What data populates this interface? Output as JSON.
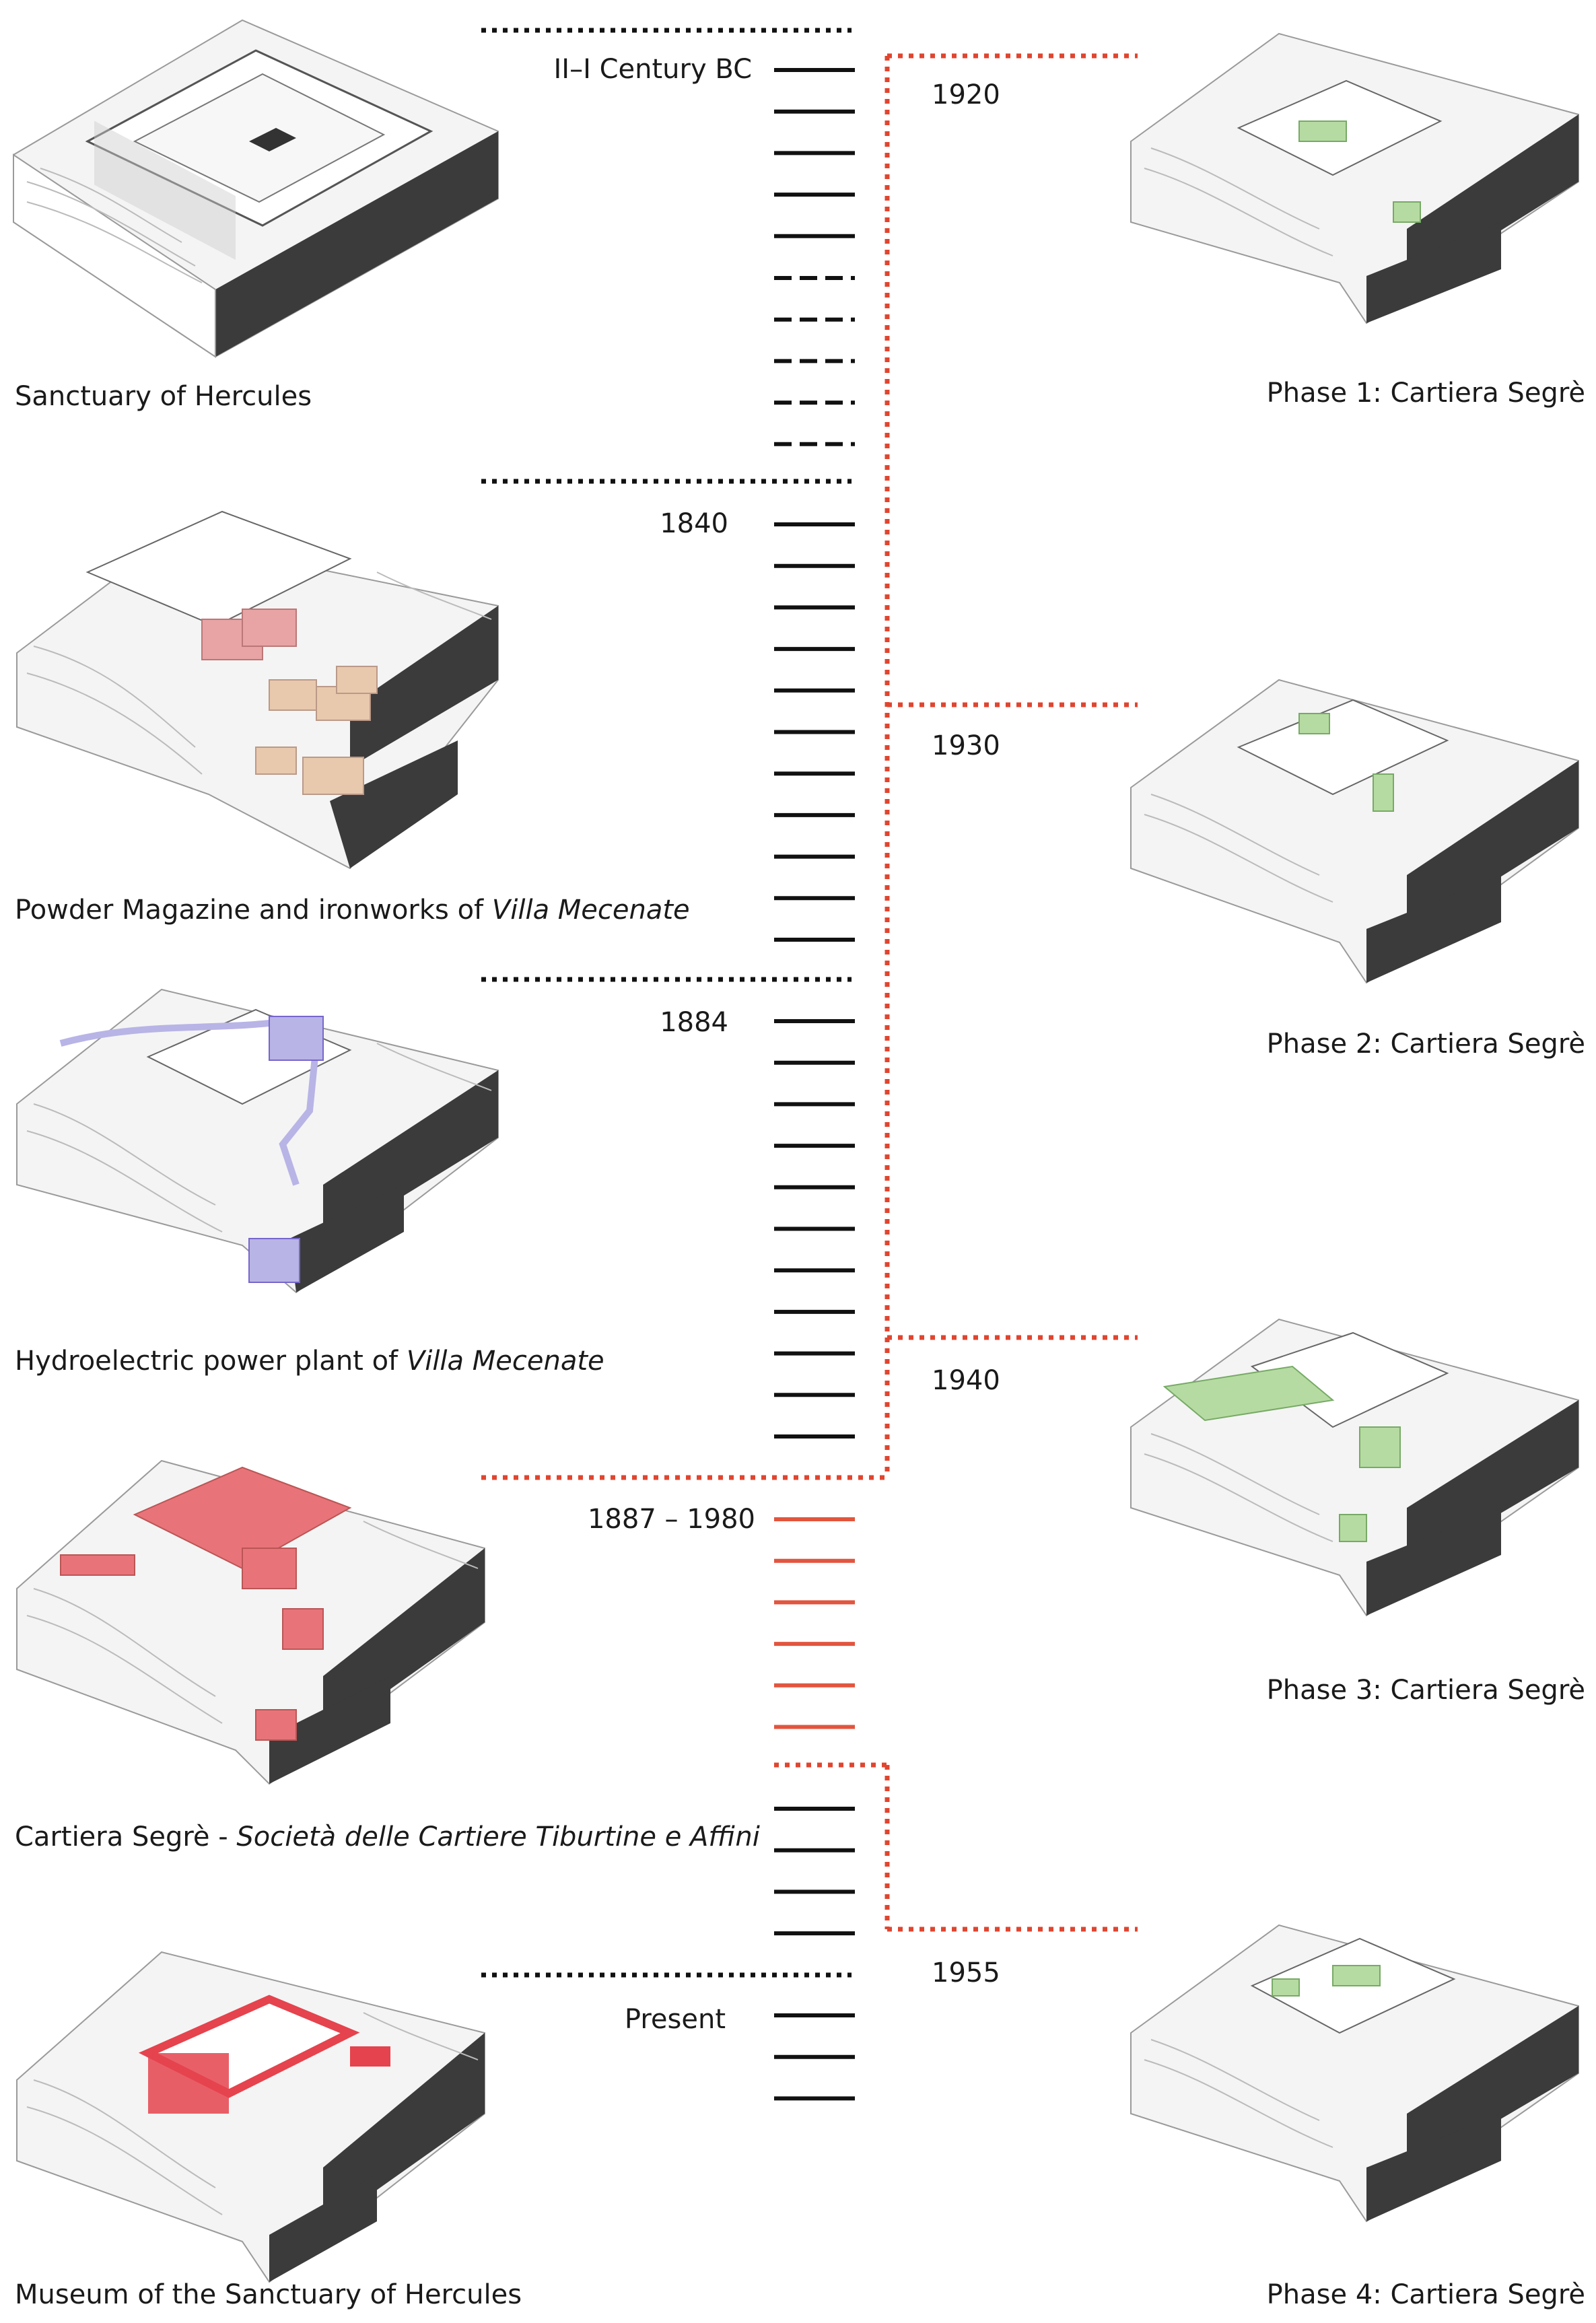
{
  "colors": {
    "tick_black": "#111111",
    "tick_red": "#e2553e",
    "dotted_red": "#e0452f",
    "dotted_black": "#111111",
    "highlight_pink": "#e8a4a4",
    "highlight_tan": "#e9c9ad",
    "highlight_lavender": "#b8b4e6",
    "highlight_red": "#e8747a",
    "highlight_strong_red": "#e5434d",
    "highlight_green": "#b6dba2",
    "terrain_dark": "#3b3b3b",
    "model_line": "#9a9a9a"
  },
  "periods": [
    {
      "label": "II–I Century BC"
    },
    {
      "label": "1840"
    },
    {
      "label": "1884"
    },
    {
      "label": "1887 – 1980"
    },
    {
      "label": "Present"
    }
  ],
  "left_captions": [
    {
      "plain": "Sanctuary of Hercules",
      "italic": ""
    },
    {
      "plain": "Powder Magazine and ironworks of ",
      "italic": "Villa Mecenate"
    },
    {
      "plain": "Hydroelectric power plant of ",
      "italic": "Villa Mecenate"
    },
    {
      "plain": "Cartiera Segrè - ",
      "italic": "Società delle Cartiere Tiburtine e Affini"
    },
    {
      "plain": "Museum of the Sanctuary of Hercules",
      "italic": ""
    }
  ],
  "phases": [
    {
      "year": "1920",
      "caption": "Phase 1: Cartiera Segrè"
    },
    {
      "year": "1930",
      "caption": "Phase 2: Cartiera Segrè"
    },
    {
      "year": "1940",
      "caption": "Phase 3: Cartiera Segrè"
    },
    {
      "year": "1955",
      "caption": "Phase 4: Cartiera Segrè"
    }
  ]
}
